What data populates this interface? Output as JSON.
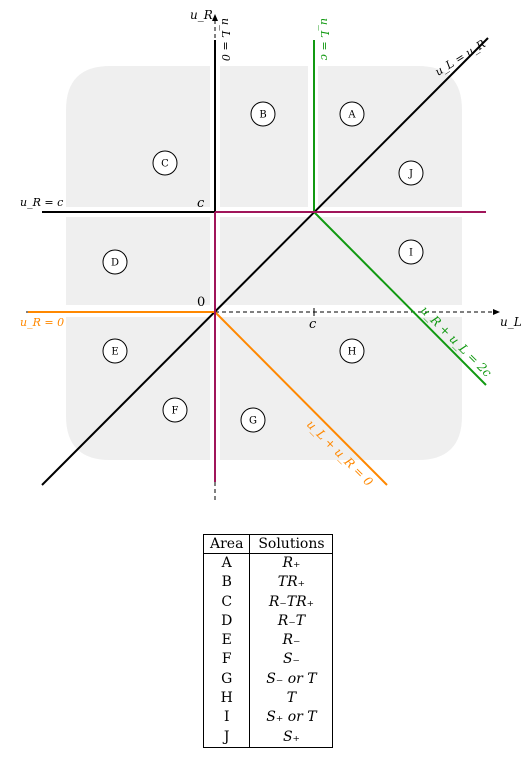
{
  "axes": {
    "x_label": "u_L",
    "y_label": "u_R",
    "origin": "0",
    "c_x": "c",
    "c_y": "c"
  },
  "lines": {
    "ul_zero": "u_L = 0",
    "ul_c": "u_L = c",
    "ur_c": "u_R = c",
    "ur_zero": "u_R = 0",
    "diag": "u_L = u_R",
    "sum_2c": "u_R + u_L = 2c",
    "sum_0": "u_L + u_R = 0"
  },
  "colors": {
    "green": "#119911",
    "orange": "#ff8800",
    "magenta": "#a0155a",
    "region_fill": "#efefef"
  },
  "regions": [
    "A",
    "B",
    "C",
    "D",
    "E",
    "F",
    "G",
    "H",
    "I",
    "J"
  ],
  "table": {
    "headers": [
      "Area",
      "Solutions"
    ],
    "rows": [
      {
        "area": "A",
        "solutions": "R₊"
      },
      {
        "area": "B",
        "solutions": "TR₊"
      },
      {
        "area": "C",
        "solutions": "R₋TR₊"
      },
      {
        "area": "D",
        "solutions": "R₋T"
      },
      {
        "area": "E",
        "solutions": "R₋"
      },
      {
        "area": "F",
        "solutions": "S₋"
      },
      {
        "area": "G",
        "solutions": "S₋ or T"
      },
      {
        "area": "H",
        "solutions": "T"
      },
      {
        "area": "I",
        "solutions": "S₊ or T"
      },
      {
        "area": "J",
        "solutions": "S₊"
      }
    ]
  }
}
